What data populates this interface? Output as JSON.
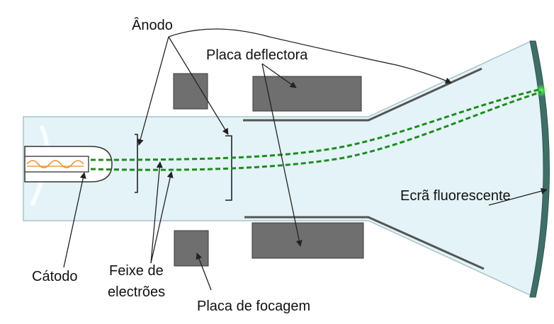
{
  "labels": {
    "anode": "Ânodo",
    "deflector": "Placa deflectora",
    "screen": "Ecrã fluorescente",
    "cathode": "Cátodo",
    "beam_line1": "Feixe de",
    "beam_line2": "electrões",
    "focus": "Placa de focagem"
  },
  "colors": {
    "tube_fill": "#e3f3f7",
    "tube_stroke": "#9fb8be",
    "plate_fill": "#6f6f6f",
    "plate_stroke": "#3a3a3a",
    "beam": "#1f8a1f",
    "filament": "#e8902a",
    "screen_edge": "#4c7a72",
    "arrow": "#222222"
  }
}
